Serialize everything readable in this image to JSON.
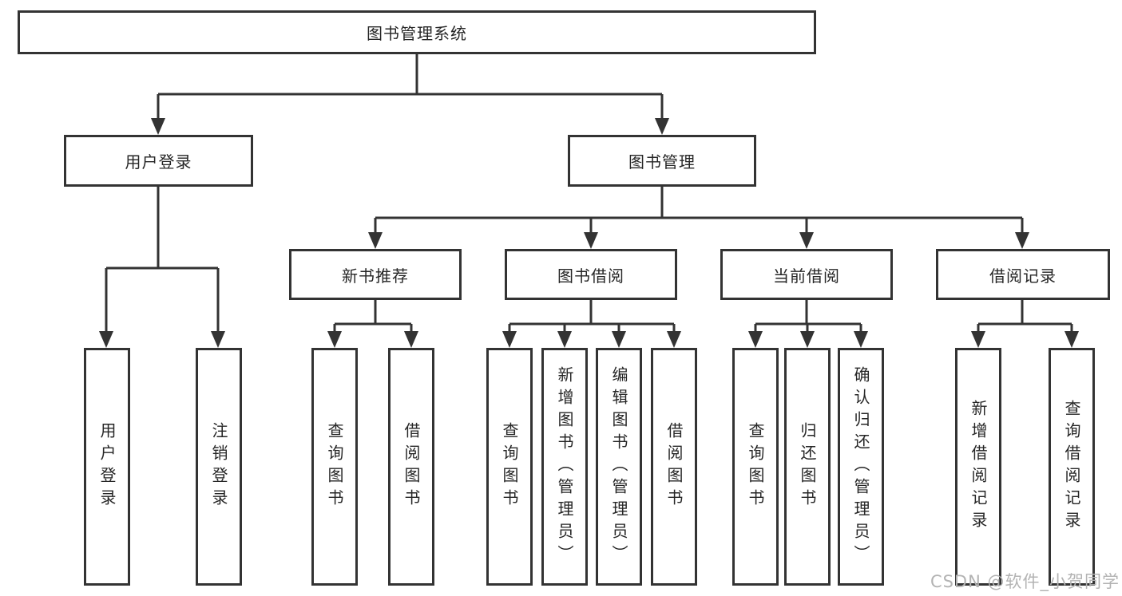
{
  "diagram": {
    "root": {
      "label": "图书管理系统"
    },
    "level2": {
      "user_login": {
        "label": "用户登录"
      },
      "book_mgmt": {
        "label": "图书管理"
      }
    },
    "level3": {
      "new_book": {
        "label": "新书推荐"
      },
      "borrow": {
        "label": "图书借阅"
      },
      "current": {
        "label": "当前借阅"
      },
      "record": {
        "label": "借阅记录"
      }
    },
    "leaves": {
      "user_login": [
        {
          "label": "用户登录"
        },
        {
          "label": "注销登录"
        }
      ],
      "new_book": [
        {
          "label": "查询图书"
        },
        {
          "label": "借阅图书"
        }
      ],
      "borrow": [
        {
          "label": "查询图书"
        },
        {
          "label": "新增图书（管理员）"
        },
        {
          "label": "编辑图书（管理员）"
        },
        {
          "label": "借阅图书"
        }
      ],
      "current": [
        {
          "label": "查询图书"
        },
        {
          "label": "归还图书"
        },
        {
          "label": "确认归还（管理员）"
        }
      ],
      "record": [
        {
          "label": "新增借阅记录"
        },
        {
          "label": "查询借阅记录"
        }
      ]
    }
  },
  "watermark": {
    "text": "CSDN @软件_小贺同学"
  },
  "colors": {
    "line": "#333333",
    "box_border": "#333333",
    "text": "#262626",
    "watermark": "#b3b3b3",
    "background": "#ffffff"
  }
}
